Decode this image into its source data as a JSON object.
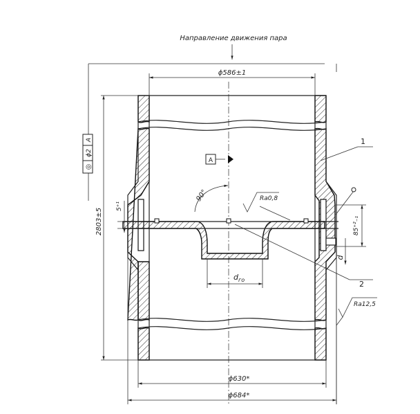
{
  "caption": "Направление движения пара",
  "dims": {
    "top_inner": "ϕ586±1",
    "height": "2803±5",
    "offset": "5⁺¹",
    "flange_pos": "85⁺²₋₁",
    "angle": "90°",
    "inner_630": "ϕ630*",
    "outer_684": "ϕ684*",
    "throat": "d",
    "throat_sub": "го",
    "throat_small": "d"
  },
  "roughness": {
    "plate": "Ra0,8",
    "outer": "Ra12,5"
  },
  "tolerance": {
    "symbol": "◎",
    "value": "ϕ2",
    "datum": "A"
  },
  "datum_label": "A",
  "callouts": [
    "1",
    "2"
  ]
}
